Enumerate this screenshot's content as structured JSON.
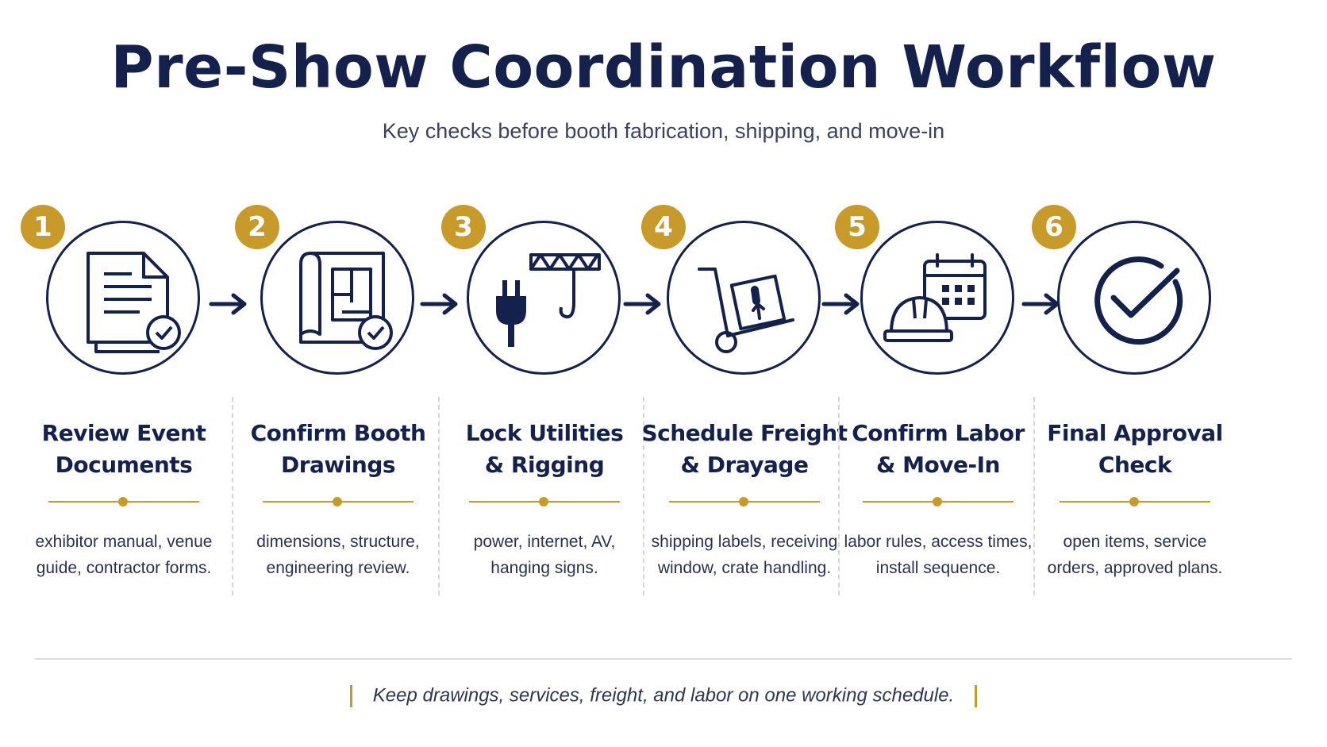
{
  "header": {
    "title": "Pre-Show Coordination Workflow",
    "subtitle": "Key checks before booth fabrication, shipping, and move-in"
  },
  "steps": [
    {
      "number": "1",
      "title_line1": "Review Event",
      "title_line2": "Documents",
      "desc_line1": "exhibitor manual, venue",
      "desc_line2": "guide, contractor forms.",
      "icon": "document-check-icon"
    },
    {
      "number": "2",
      "title_line1": "Confirm Booth",
      "title_line2": "Drawings",
      "desc_line1": "dimensions, structure,",
      "desc_line2": "engineering review.",
      "icon": "blueprint-check-icon"
    },
    {
      "number": "3",
      "title_line1": "Lock Utilities",
      "title_line2": "& Rigging",
      "desc_line1": "power, internet, AV,",
      "desc_line2": "hanging signs.",
      "icon": "plug-crane-icon"
    },
    {
      "number": "4",
      "title_line1": "Schedule Freight",
      "title_line2": "& Drayage",
      "desc_line1": "shipping labels, receiving",
      "desc_line2": "window, crate handling.",
      "icon": "hand-truck-icon"
    },
    {
      "number": "5",
      "title_line1": "Confirm Labor",
      "title_line2": "& Move-In",
      "desc_line1": "labor rules, access times,",
      "desc_line2": "install sequence.",
      "icon": "hardhat-calendar-icon"
    },
    {
      "number": "6",
      "title_line1": "Final Approval",
      "title_line2": "Check",
      "desc_line1": "open items, service",
      "desc_line2": "orders, approved plans.",
      "icon": "checkmark-circle-icon"
    }
  ],
  "footer": {
    "note": "Keep drawings, services, freight, and labor on one working schedule."
  },
  "colors": {
    "navy": "#15214d",
    "gold": "#c89a2a"
  }
}
